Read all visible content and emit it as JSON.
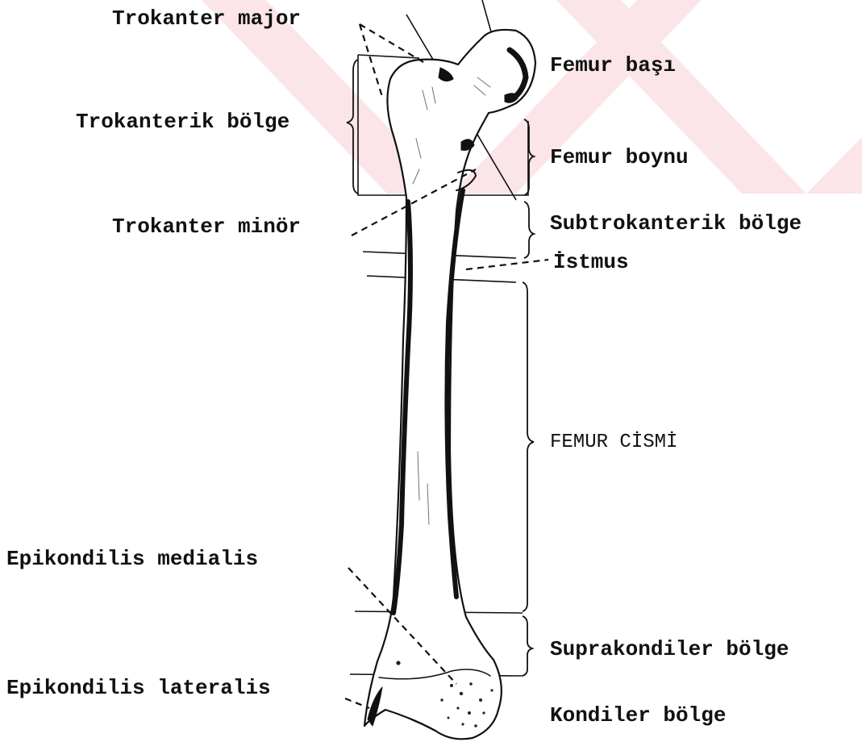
{
  "diagram": {
    "labels": {
      "trokanter_major": "Trokanter major",
      "trokanterik_bolge": "Trokanterik bölge",
      "trokanter_minor": "Trokanter minör",
      "epikondilis_medialis": "Epikondilis medialis",
      "epikondilis_lateralis": "Epikondilis lateralis",
      "femur_basi": "Femur başı",
      "femur_boynu": "Femur boynu",
      "subtrokanterik_bolge": "Subtrokanterik bölge",
      "istmus": "İstmus",
      "femur_cismi": "FEMUR CİSMİ",
      "suprakondiler_bolge": "Suprakondiler bölge",
      "kondiler_bolge": "Kondiler bölge"
    },
    "colors": {
      "ink": "#111111",
      "watermark": "#f8d0d6",
      "bone_fill": "#ffffff"
    }
  }
}
